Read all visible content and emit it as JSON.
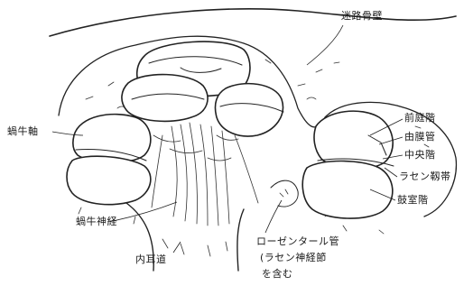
{
  "labels": {
    "vestibular_wall": "迷路骨壁",
    "cochlear_axis": "蝸牛軸",
    "vestibular_scala": "前庭階",
    "reissner": "由膜管",
    "middle_scala": "中央階",
    "spiral_ligament": "ラセン靱帯",
    "tympanic_scala": "鼓室階",
    "cochlear_nerve": "蝸牛神経",
    "internal_auditory_canal": "内耳道",
    "rosenthal_line1": "ローゼンタール管",
    "rosenthal_line2": "(ラセン神経節",
    "rosenthal_line3": "を含む"
  }
}
